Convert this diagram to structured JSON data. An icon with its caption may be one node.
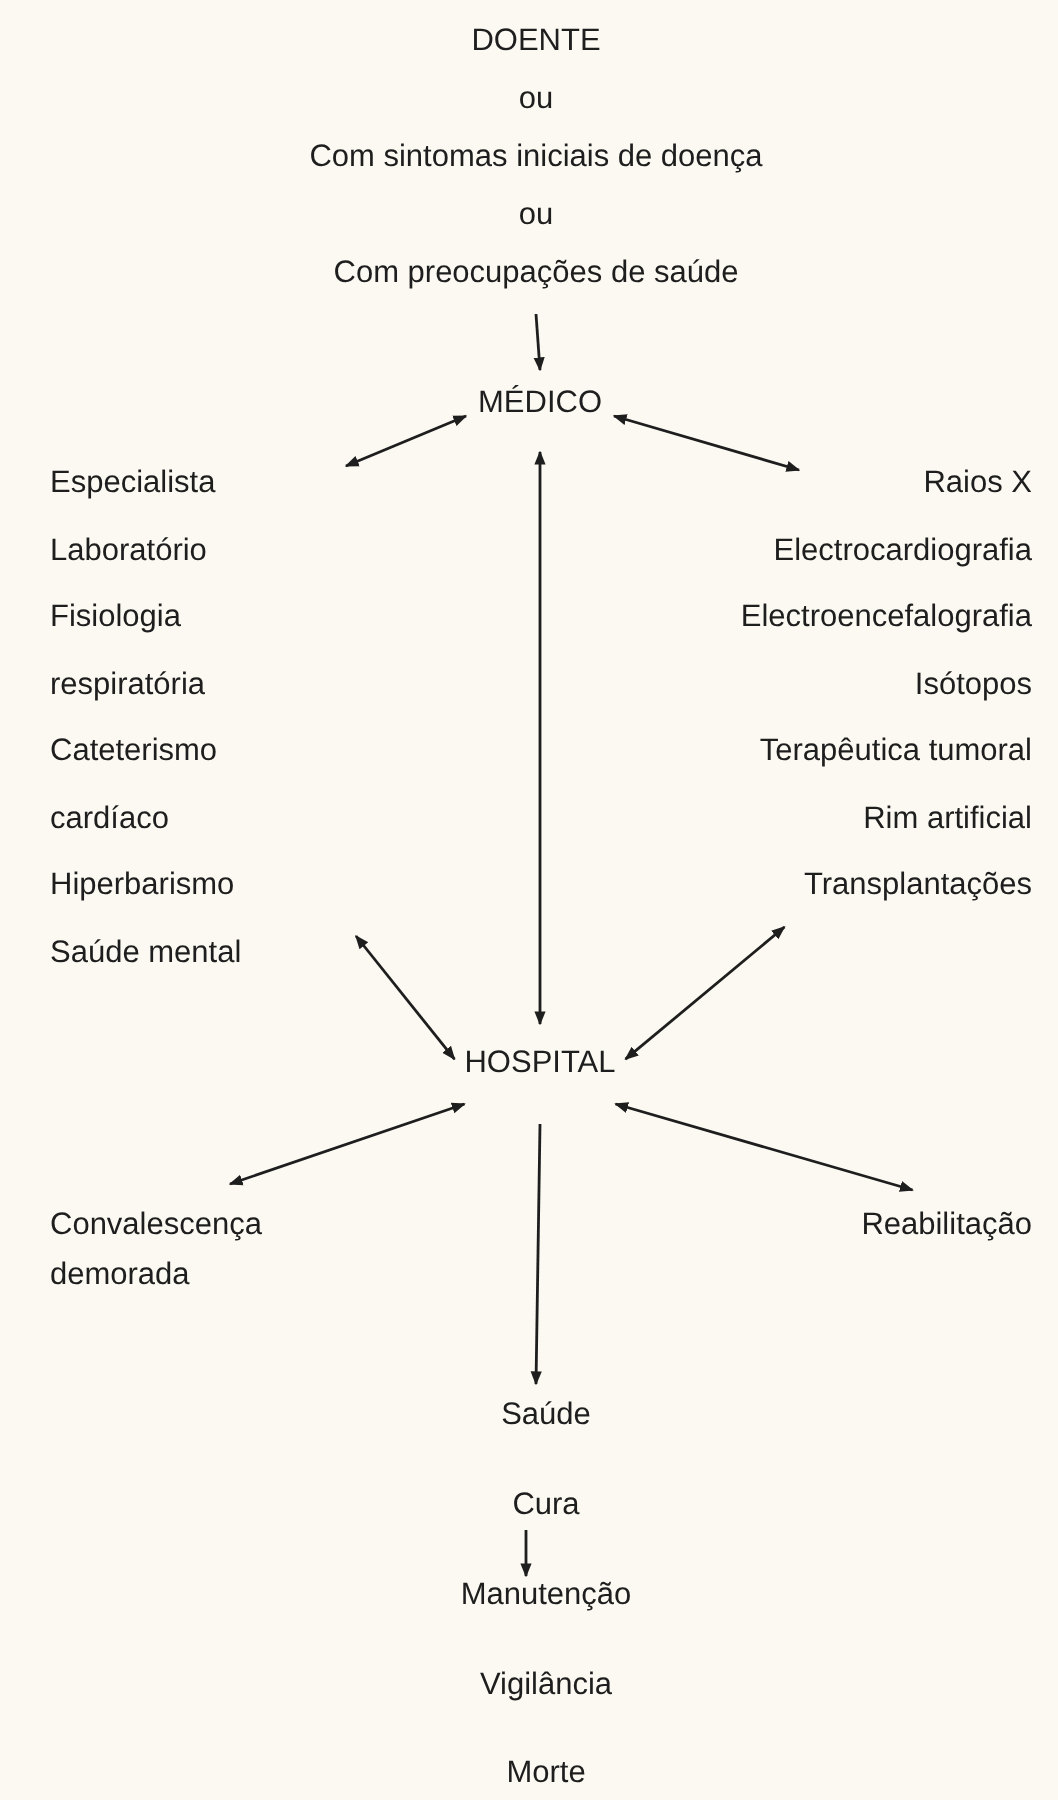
{
  "diagram": {
    "nodes": [
      {
        "text": [
          "DOENTE",
          "ou",
          "Com sintomas iniciais de doença",
          "ou",
          "Com preocupações de saúde"
        ]
      },
      {
        "text": [
          "MÉDICO"
        ]
      },
      {
        "text": [
          "Especialista",
          "Laboratório",
          "Fisiologia respiratória",
          "Cateterismo cardíaco",
          "Hiperbarismo",
          "Saúde mental"
        ]
      },
      {
        "text": [
          "Raios X",
          "Electrocardiografia",
          "Electroencefalografia",
          "Isótopos",
          "Terapêutica tumoral",
          "Rim artificial",
          "Transplantações"
        ]
      },
      {
        "text": [
          "HOSPITAL"
        ]
      },
      {
        "text": [
          "Convalescença demorada"
        ]
      },
      {
        "text": [
          "Reabilitação"
        ]
      },
      {
        "text": [
          "Saúde"
        ]
      },
      {
        "text": [
          "Cura"
        ]
      },
      {
        "text": [
          "Manutenção"
        ]
      },
      {
        "text": [
          "Vigilância"
        ]
      },
      {
        "text": [
          "Morte"
        ]
      }
    ],
    "edges": [
      {
        "from": 0,
        "to": 1,
        "arrow": "to"
      },
      {
        "from": 1,
        "to": 2,
        "arrow": "both"
      },
      {
        "from": 1,
        "to": 3,
        "arrow": "both"
      },
      {
        "from": 1,
        "to": 4,
        "arrow": "both"
      },
      {
        "from": 2,
        "to": 4,
        "arrow": "both"
      },
      {
        "from": 3,
        "to": 4,
        "arrow": "both"
      },
      {
        "from": 4,
        "to": 5,
        "arrow": "both"
      },
      {
        "from": 4,
        "to": 6,
        "arrow": "both"
      },
      {
        "from": 4,
        "to": 7,
        "arrow": "to"
      },
      {
        "from": 8,
        "to": 9,
        "arrow": "to"
      }
    ]
  }
}
